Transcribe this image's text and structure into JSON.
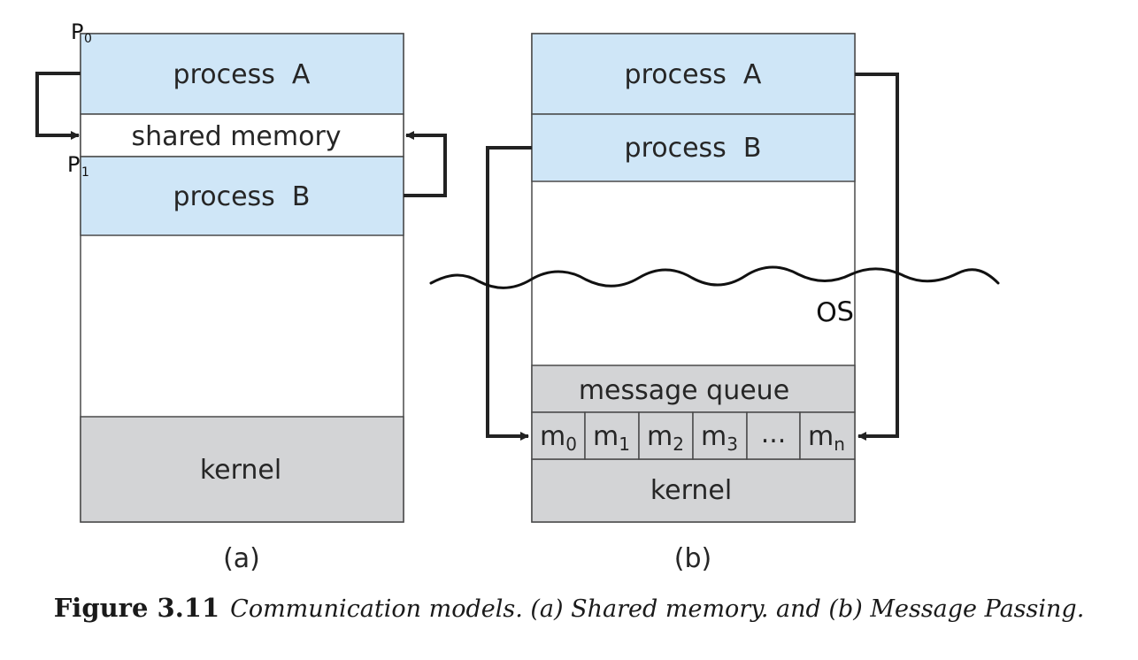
{
  "diagram_a": {
    "process_a": "process  A",
    "shared_memory": "shared memory",
    "process_b": "process  B",
    "kernel": "kernel",
    "label": "(a)",
    "annotation_p0": "P",
    "annotation_p0_sub": "0",
    "annotation_p1": "P",
    "annotation_p1_sub": "1"
  },
  "diagram_b": {
    "process_a": "process  A",
    "process_b": "process  B",
    "message_queue": "message queue",
    "messages": [
      {
        "base": "m",
        "sub": "0"
      },
      {
        "base": "m",
        "sub": "1"
      },
      {
        "base": "m",
        "sub": "2"
      },
      {
        "base": "m",
        "sub": "3"
      },
      {
        "base": "...",
        "sub": ""
      },
      {
        "base": "m",
        "sub": "n"
      }
    ],
    "kernel": "kernel",
    "label": "(b)",
    "annotation_os": "OS"
  },
  "caption": {
    "label": "Figure 3.11",
    "text": "Communication models. (a) Shared memory. and (b) Message Passing."
  },
  "colors": {
    "process_fill": "#cfe6f7",
    "kernel_fill": "#d3d4d6",
    "border": "#4a4a4a",
    "arrow": "#222222",
    "text": "#262626"
  }
}
